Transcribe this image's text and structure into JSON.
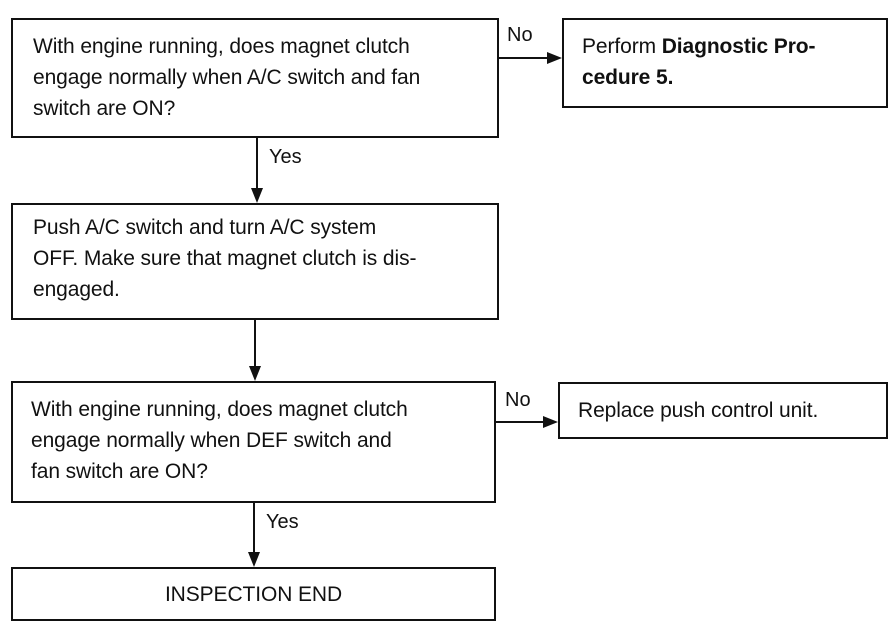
{
  "steps": {
    "q1": {
      "text": "With engine running, does magnet clutch\nengage normally when A/C switch and fan\nswitch are ON?"
    },
    "r1": {
      "prefix": "Perform ",
      "bold_line1": "Diagnostic Pro-",
      "bold_line2": "cedure 5."
    },
    "s2": {
      "text": "Push A/C switch and turn A/C system\nOFF. Make sure that magnet clutch is dis-\nengaged."
    },
    "q3": {
      "text": "With engine running, does magnet clutch\nengage normally when DEF switch and\nfan switch are ON?"
    },
    "r3": {
      "text": "Replace push control unit."
    },
    "end": {
      "text": "INSPECTION END"
    }
  },
  "labels": {
    "no_1": "No",
    "yes_1": "Yes",
    "no_2": "No",
    "yes_2": "Yes"
  }
}
